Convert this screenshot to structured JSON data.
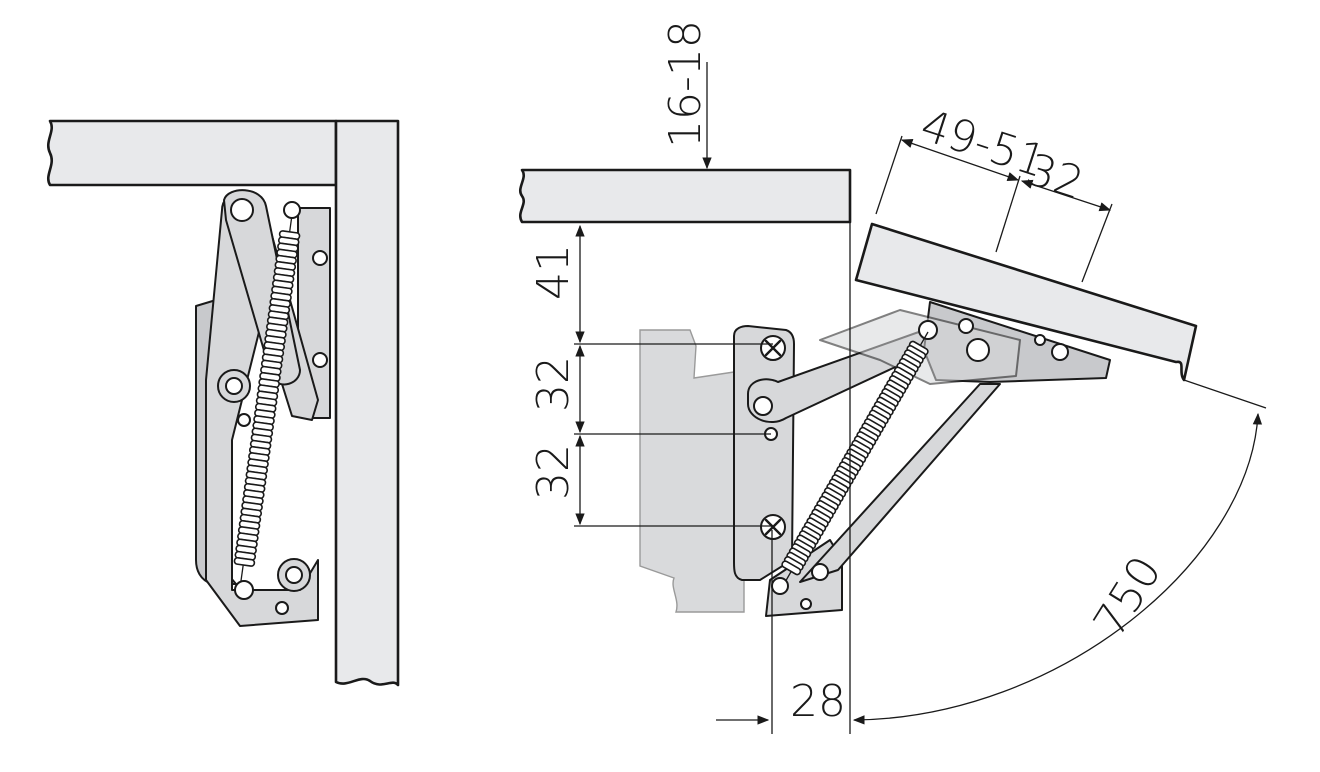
{
  "diagram": {
    "dimensions": {
      "panel_thickness": "16-18",
      "top_offset": "41",
      "hole_spacing_1": "32",
      "hole_spacing_2": "32",
      "lid_offset": "49-51",
      "lid_spacing": "32",
      "opening_radius": "750",
      "depth_offset": "28"
    }
  }
}
